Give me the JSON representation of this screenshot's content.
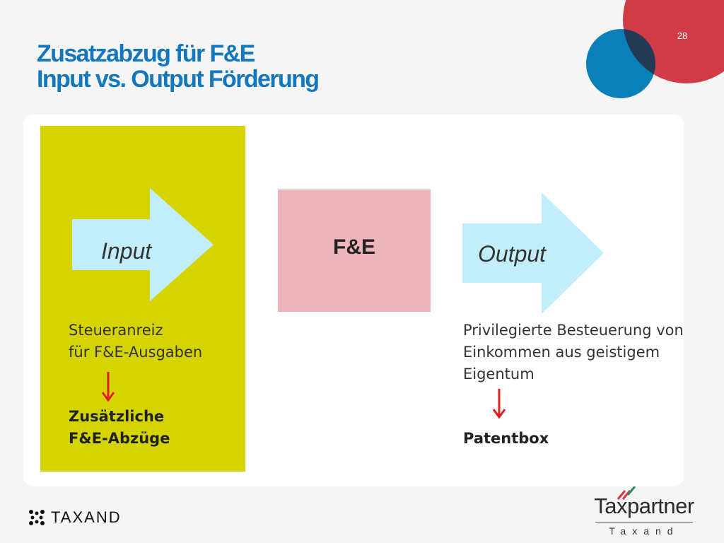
{
  "slide": {
    "page_number": "28",
    "title_line1": "Zusatzabzug für F&E",
    "title_line2": "Input vs. Output Förderung"
  },
  "colors": {
    "title": "#1277bd",
    "input_column": "#d5d400",
    "arrow_fill": "#c2eefb",
    "fe_box": "#ecb5bb",
    "red_arrow": "#e02020",
    "circle_red": "#d13b47",
    "circle_blue": "#0a80b9"
  },
  "diagram": {
    "input_label": "Input",
    "fe_label": "F&E",
    "output_label": "Output",
    "input_text_line1": "Steueranreiz",
    "input_text_line2": "für F&E-Ausgaben",
    "input_result_line1": "Zusätzliche",
    "input_result_line2": "F&E-Abzüge",
    "output_text_line1": "Privilegierte Besteuerung von",
    "output_text_line2": "Einkommen aus geistigem",
    "output_text_line3": "Eigentum",
    "output_result": "Patentbox"
  },
  "footer": {
    "left_logo_text": "TAXAND",
    "right_logo_name": "Taxpartner",
    "right_logo_sub": "Taxand"
  },
  "icons": [
    "taxand-logo-icon",
    "taxpartner-stripes-icon",
    "down-arrow-icon",
    "right-arrow-icon"
  ]
}
